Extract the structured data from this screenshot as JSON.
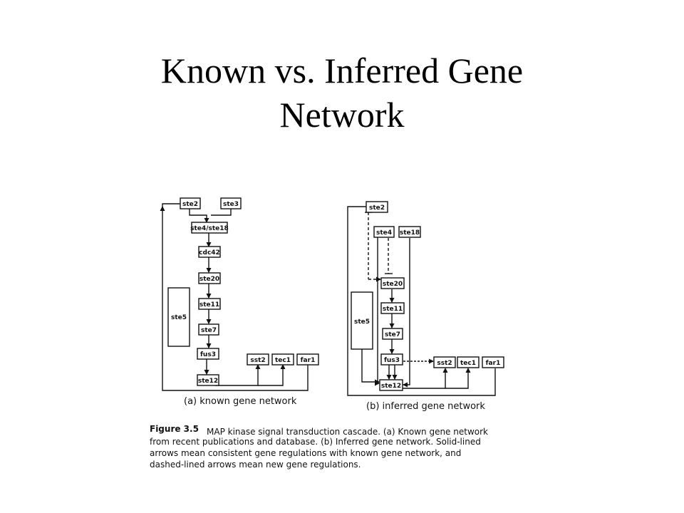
{
  "slide": {
    "title_line1": "Known vs. Inferred Gene",
    "title_line2": "Network"
  },
  "known": {
    "ste2": "ste2",
    "ste3": "ste3",
    "ste4_ste18": "ste4/ste18",
    "cdc42": "cdc42",
    "ste20": "ste20",
    "ste11": "ste11",
    "ste7": "ste7",
    "fus3": "fus3",
    "ste12": "ste12",
    "ste5": "ste5",
    "sst2": "sst2",
    "tec1": "tec1",
    "far1": "far1",
    "caption": "(a) known gene network"
  },
  "inferred": {
    "ste2": "ste2",
    "ste4": "ste4",
    "ste18": "ste18",
    "ste20": "ste20",
    "ste11": "ste11",
    "ste7": "ste7",
    "fus3": "fus3",
    "ste12": "ste12",
    "ste5": "ste5",
    "sst2": "sst2",
    "tec1": "tec1",
    "far1": "far1",
    "caption": "(b) inferred gene network"
  },
  "figure_caption": {
    "label": "Figure 3.5",
    "line1": "MAP kinase signal transduction cascade. (a) Known gene network",
    "line2": "from recent publications and database. (b) Inferred gene network. Solid-lined",
    "line3": "arrows mean consistent gene regulations with known gene network, and",
    "line4": "dashed-lined arrows mean new gene regulations."
  }
}
